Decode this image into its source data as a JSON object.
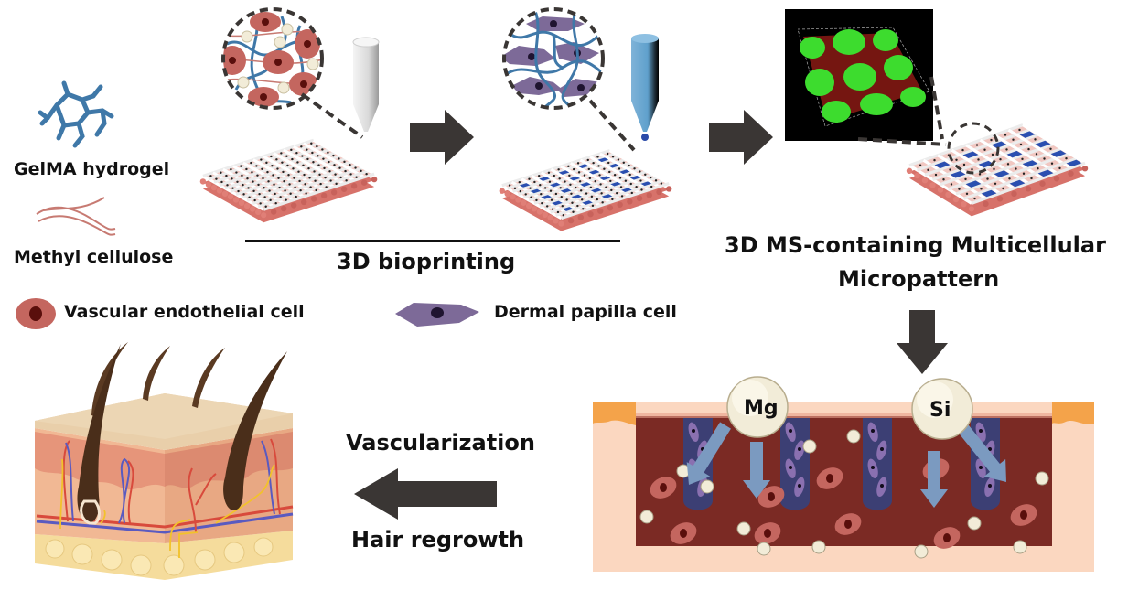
{
  "legend": {
    "gelma": "GelMA hydrogel",
    "methyl_cellulose": "Methyl cellulose",
    "vascular_cell": "Vascular endothelial cell",
    "dermal_cell": "Dermal papilla cell"
  },
  "stages": {
    "bioprinting_label": "3D bioprinting",
    "micropattern_label_line1": "3D MS-containing Multicellular",
    "micropattern_label_line2": "Micropattern",
    "vascularization_label": "Vascularization",
    "hair_regrowth_label": "Hair regrowth"
  },
  "ions": {
    "mg": "Mg",
    "si": "Si"
  },
  "colors": {
    "arrow": "#3a3634",
    "gelma_blue": "#3f78a8",
    "mc_red": "#c77a72",
    "vascular_cell": "#c4665f",
    "vascular_nucleus": "#5a0f0c",
    "dermal_cell": "#7d6a98",
    "dermal_nucleus": "#1f1430",
    "wound_bed": "#7b2a24",
    "skin_tissue": "#fbd7c0",
    "skin_edge": "#f4a34a",
    "follicle_dark": "#3c3f74",
    "ion_arrow": "#7b9ac0",
    "particle": "#f2ecd8",
    "confocal_green": "#3ddc2e",
    "confocal_red": "#8a1a14"
  }
}
